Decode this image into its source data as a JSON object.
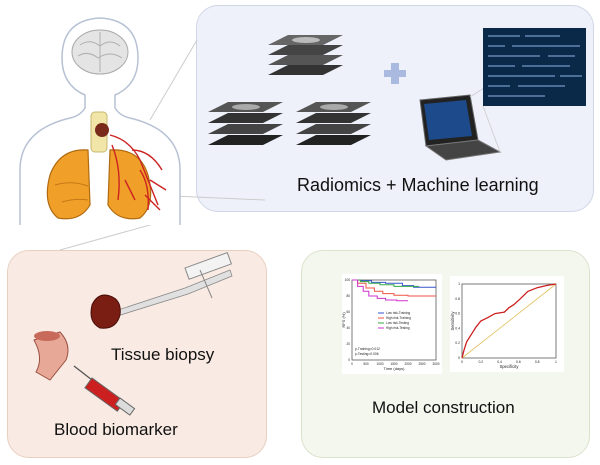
{
  "labels": {
    "radiomics": "Radiomics + Machine learning",
    "tissue": "Tissue biopsy",
    "blood": "Blood  biomarker",
    "model": "Model construction"
  },
  "colors": {
    "radiomics_panel": "#eef1fa",
    "biopsy_panel": "#f9ebe3",
    "model_panel": "#f4f7ee",
    "lung": "#f0a028",
    "vessels": "#cc2222",
    "plus": "#a9b9e0"
  },
  "km_chart": {
    "ylabel": "RFS (%)",
    "xlabel": "Time (days)",
    "xticks": [
      "0",
      "500",
      "1000",
      "1500",
      "2000",
      "2500",
      "3000"
    ],
    "yticks": [
      "0",
      "20",
      "40",
      "60",
      "80",
      "100"
    ],
    "legend": [
      "Low risk-Training",
      "High risk-Training",
      "Low risk-Testing",
      "High risk-Testing"
    ],
    "legend_colors": [
      "#3355cc",
      "#ee5544",
      "#33aa44",
      "#cc33cc"
    ],
    "pvalues": [
      "p-Training=0.012",
      "p-Testing=0.006"
    ]
  },
  "roc_chart": {
    "ylabel": "Sensitivity",
    "xlabel": "Specificity",
    "ticks": [
      "0",
      "0.2",
      "0.4",
      "0.6",
      "0.8",
      "1"
    ]
  },
  "chart_data": [
    {
      "type": "line",
      "title": "",
      "xlabel": "Time (days)",
      "ylabel": "RFS (%)",
      "xlim": [
        0,
        3000
      ],
      "ylim": [
        0,
        100
      ],
      "series": [
        {
          "name": "Low risk-Training",
          "x": [
            0,
            300,
            700,
            1200,
            1800,
            2200,
            3000
          ],
          "y": [
            100,
            99,
            97,
            96,
            93,
            91,
            91
          ]
        },
        {
          "name": "High risk-Training",
          "x": [
            0,
            200,
            500,
            800,
            1100,
            1500,
            2000,
            3000
          ],
          "y": [
            100,
            96,
            90,
            86,
            83,
            81,
            80,
            80
          ]
        },
        {
          "name": "Low risk-Testing",
          "x": [
            0,
            300,
            600,
            1000,
            1500,
            2000,
            2400
          ],
          "y": [
            100,
            98,
            96,
            94,
            92,
            92,
            92
          ]
        },
        {
          "name": "High risk-Testing",
          "x": [
            0,
            200,
            400,
            600,
            900,
            1200,
            1600,
            2000
          ],
          "y": [
            100,
            92,
            86,
            80,
            77,
            75,
            74,
            74
          ]
        }
      ],
      "annotations": [
        "p-Training=0.012",
        "p-Testing=0.006"
      ]
    },
    {
      "type": "line",
      "title": "",
      "xlabel": "Specificity",
      "ylabel": "Sensitivity",
      "xlim": [
        0,
        1
      ],
      "ylim": [
        0,
        1
      ],
      "series": [
        {
          "name": "",
          "x": [
            0,
            0.02,
            0.05,
            0.1,
            0.15,
            0.2,
            0.28,
            0.35,
            0.45,
            0.5,
            0.55,
            0.62,
            0.7,
            0.8,
            0.9,
            1
          ],
          "y": [
            0,
            0.1,
            0.22,
            0.32,
            0.42,
            0.5,
            0.55,
            0.6,
            0.62,
            0.68,
            0.72,
            0.8,
            0.9,
            0.95,
            0.98,
            1
          ]
        },
        {
          "name": "",
          "x": [
            0,
            1
          ],
          "y": [
            0,
            1
          ]
        }
      ]
    }
  ]
}
